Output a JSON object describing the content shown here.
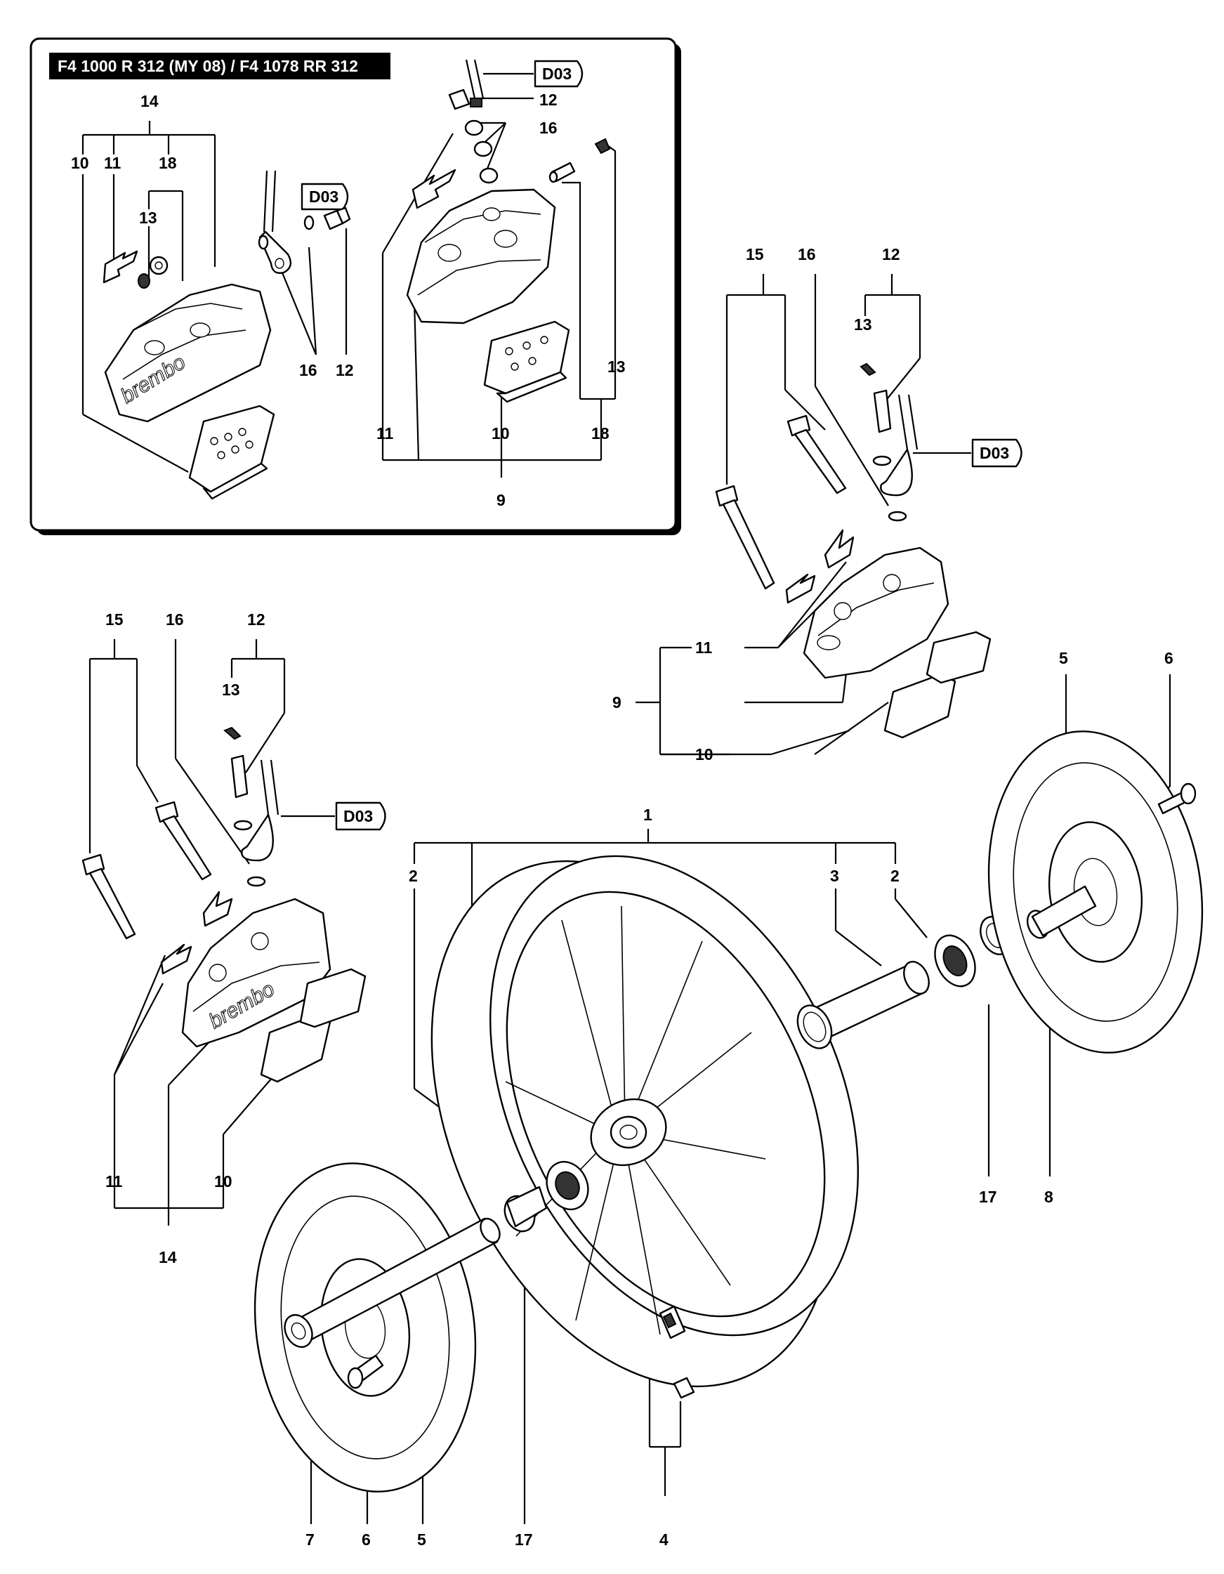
{
  "inset": {
    "title": "F4 1000 R 312 (MY 08) / F4 1078 RR 312",
    "ref_tag": "D03",
    "left_group": {
      "labels": [
        "14",
        "10",
        "11",
        "18",
        "13",
        "16",
        "12"
      ],
      "caliper_brand": "brembo"
    },
    "right_group": {
      "labels": [
        "12",
        "16",
        "13",
        "11",
        "10",
        "18",
        "9"
      ]
    }
  },
  "right_caliper": {
    "labels": [
      "15",
      "16",
      "12",
      "13",
      "11",
      "9",
      "10"
    ],
    "ref_tag": "D03"
  },
  "left_caliper": {
    "labels": [
      "15",
      "16",
      "12",
      "13",
      "11",
      "10",
      "14"
    ],
    "ref_tag": "D03",
    "caliper_brand": "brembo"
  },
  "wheel": {
    "labels": [
      "1",
      "2",
      "3",
      "2",
      "5",
      "6",
      "17",
      "8",
      "7",
      "6",
      "5",
      "17",
      "4"
    ]
  }
}
